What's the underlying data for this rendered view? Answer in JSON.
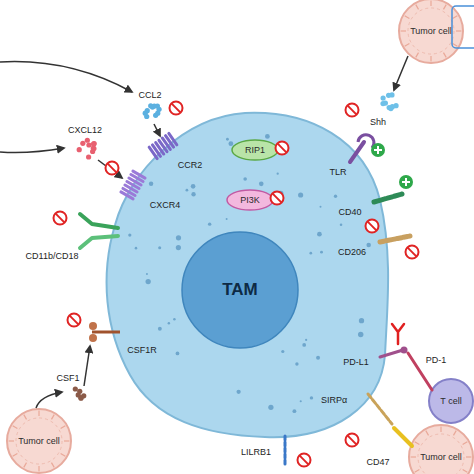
{
  "diagram": {
    "nodes": [
      {
        "text": [
          "Tumor cell"
        ]
      },
      {
        "text": [
          "TAM"
        ]
      },
      {
        "text": [
          "RIP1"
        ],
        "in": 1
      },
      {
        "text": [
          "PI3K"
        ],
        "in": 1
      },
      {
        "text": [
          "T cell"
        ]
      },
      {
        "text": [
          "Tumor cell"
        ]
      },
      {
        "text": [
          "Tumor cell"
        ]
      }
    ],
    "labels": [
      "CCL2",
      "CXCL12",
      "CCR2",
      "CXCR4",
      "CD11b/CD18",
      "Shh",
      "TLR",
      "CD40",
      "CD206",
      "CSF1R",
      "CSF1",
      "PD-L1",
      "PD-1",
      "SIRPα",
      "CD47",
      "LILRB1"
    ]
  }
}
